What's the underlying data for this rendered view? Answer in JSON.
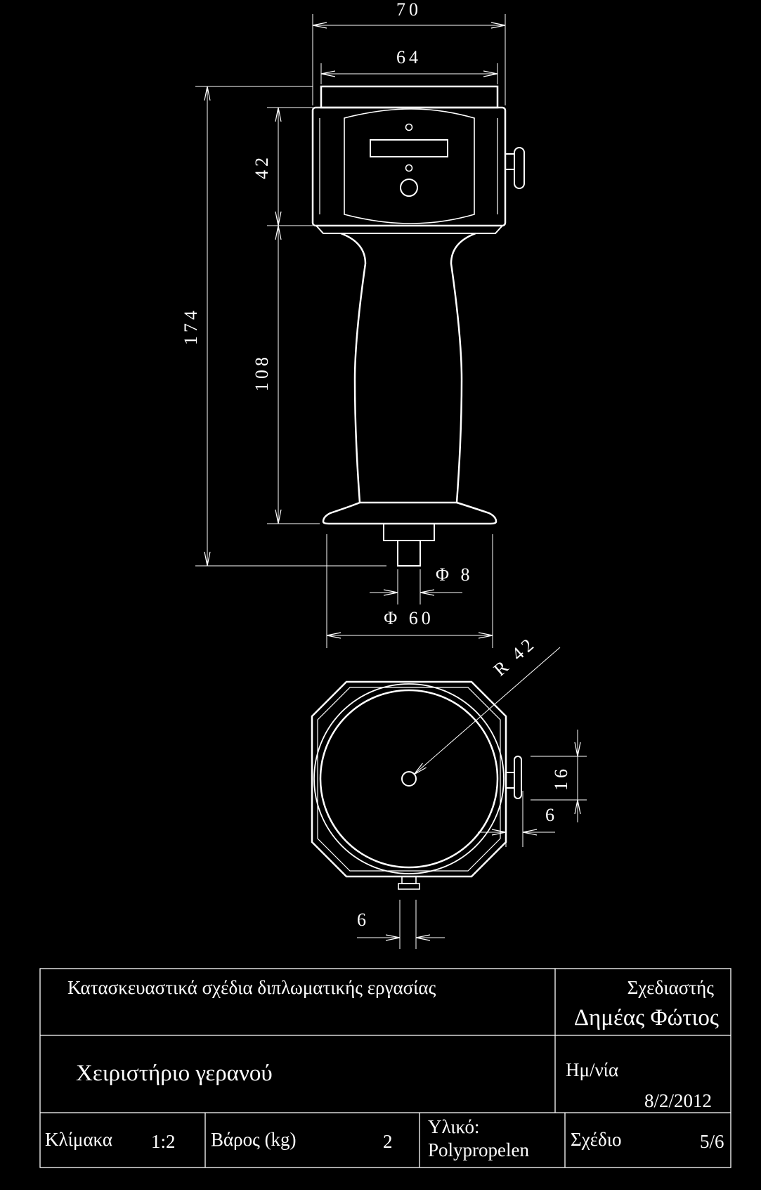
{
  "drawing": {
    "dimensions": {
      "overall_width": "70",
      "top_width": "64",
      "overall_height": "174",
      "head_height": "42",
      "grip_length": "108",
      "shaft_diameter": "Φ 8",
      "flange_diameter": "Φ 60",
      "radius": "R 42",
      "knob_height": "16",
      "knob_offset": "6",
      "pin_width": "6"
    }
  },
  "title_block": {
    "project": "Κατασκευαστικά σχέδια διπλωματικής εργασίας",
    "designer_label": "Σχεδιαστής",
    "designer_name": "Δημέας Φώτιος",
    "part_name": "Χειριστήριο γερανού",
    "date_label": "Ημ/νία",
    "date": "8/2/2012",
    "scale_label": "Κλίμακα",
    "scale": "1:2",
    "weight_label": "Βάρος (kg)",
    "weight": "2",
    "material_label": "Υλικό:",
    "material": "Polypropelen",
    "sheet_label": "Σχέδιο",
    "sheet": "5/6"
  },
  "colors": {
    "background": "#000000",
    "line": "#ffffff"
  }
}
